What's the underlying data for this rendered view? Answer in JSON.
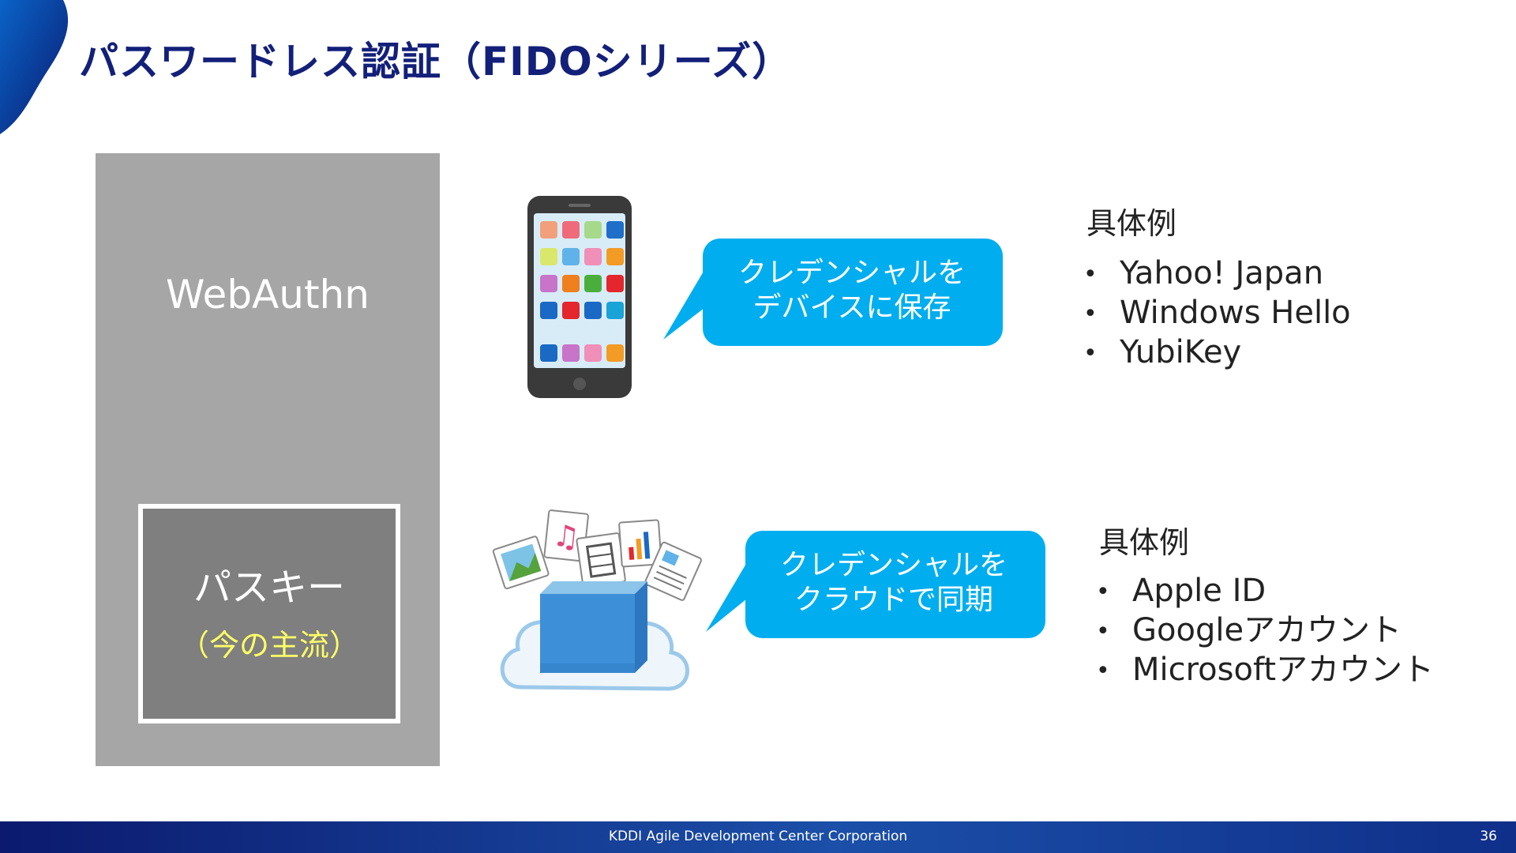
{
  "title": "パスワードレス認証（FIDOシリーズ）",
  "diagram": {
    "webauthn_label": "WebAuthn",
    "passkey_label": "パスキー",
    "passkey_sub": "（今の主流）"
  },
  "device_section": {
    "icon": "smartphone-icon",
    "bubble_text": "クレデンシャルを\nデバイスに保存",
    "heading": "具体例",
    "examples": [
      "Yahoo! Japan",
      "Windows Hello",
      "YubiKey"
    ]
  },
  "cloud_section": {
    "icon": "cloud-sync-icon",
    "bubble_text": "クレデンシャルを\nクラウドで同期",
    "heading": "具体例",
    "examples": [
      "Apple ID",
      "Googleアカウント",
      "Microsoftアカウント"
    ]
  },
  "footer": {
    "company": "KDDI Agile Development Center Corporation",
    "page": "36"
  },
  "colors": {
    "title": "#13207a",
    "bubble": "#00aeef",
    "webauthn_box": "#a6a6a6",
    "passkey_box": "#7f7f7f",
    "highlight": "#ffff66"
  }
}
